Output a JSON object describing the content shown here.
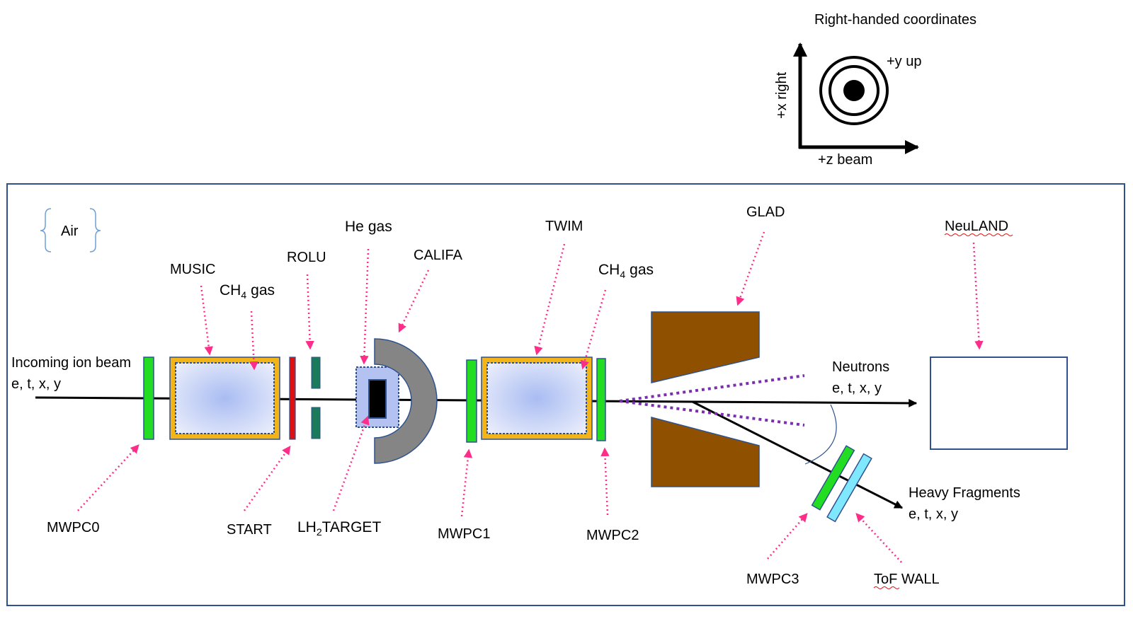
{
  "coordinates": {
    "title": "Right-handed coordinates",
    "x_axis": "+x right",
    "y_axis": "+y up",
    "z_axis": "+z beam"
  },
  "medium": {
    "label": "Air"
  },
  "labels": {
    "incoming_beam": "Incoming ion beam",
    "incoming_vars": "e, t, x, y",
    "music": "MUSIC",
    "ch4_music_sym": "CH",
    "ch4_music_sub": "4",
    "ch4_music_text": "gas",
    "rolu": "ROLU",
    "he_sym": "He",
    "he_text": "gas",
    "califa": "CALIFA",
    "twim": "TWIM",
    "ch4_twim_sym": "CH",
    "ch4_twim_sub": "4",
    "ch4_twim_text": "gas",
    "glad": "GLAD",
    "neuland": "NeuLAND",
    "neutrons": "Neutrons",
    "neutrons_vars": "e, t, x, y",
    "heavy_fragments": "Heavy Fragments",
    "fragments_vars": "e, t, x, y",
    "mwpc0": "MWPC0",
    "start": "START",
    "lh2_sym": "LH",
    "lh2_sub": "2",
    "lh2_text": "TARGET",
    "mwpc1": "MWPC1",
    "mwpc2": "MWPC2",
    "mwpc3": "MWPC3",
    "tof_wall": "ToF WALL"
  },
  "colors": {
    "frame": "#2f528f",
    "pointer": "#ff2d8a",
    "mwpc": "#22dd22",
    "start": "#dd1111",
    "rolu": "#1a7a5a",
    "chamber_border": "#f2b418",
    "gas_fill": "#b3c2f0",
    "califa": "#858585",
    "glad": "#8f5000",
    "tof": "#7fe8ff",
    "neutron": "#7b2fb0"
  }
}
